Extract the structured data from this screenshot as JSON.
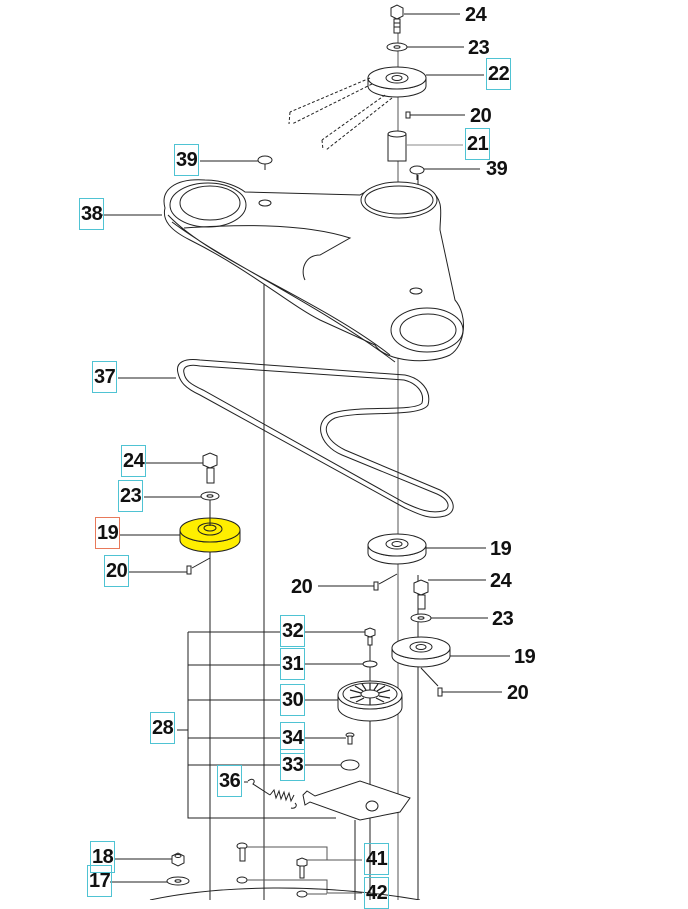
{
  "diagram": {
    "title": "Drive belt and pulleys exploded view",
    "highlight_color": "#ffee00",
    "link_box_color": "#4fc3d3",
    "selected_box_color": "#e8795a",
    "selected_part": "19",
    "labels": {
      "p24_top": "24",
      "p23_top": "23",
      "p22": "22",
      "p20_top": "20",
      "p21": "21",
      "p39_right": "39",
      "p39_left": "39",
      "p38": "38",
      "p37": "37",
      "p24_left": "24",
      "p23_left": "23",
      "p19_left": "19",
      "p20_left": "20",
      "p19_mid": "19",
      "p20_mid": "20",
      "p24_right": "24",
      "p23_right": "23",
      "p19_right": "19",
      "p20_right": "20",
      "p32": "32",
      "p31": "31",
      "p30": "30",
      "p28": "28",
      "p34": "34",
      "p33": "33",
      "p36": "36",
      "p18": "18",
      "p17": "17",
      "p41": "41",
      "p42": "42"
    }
  }
}
